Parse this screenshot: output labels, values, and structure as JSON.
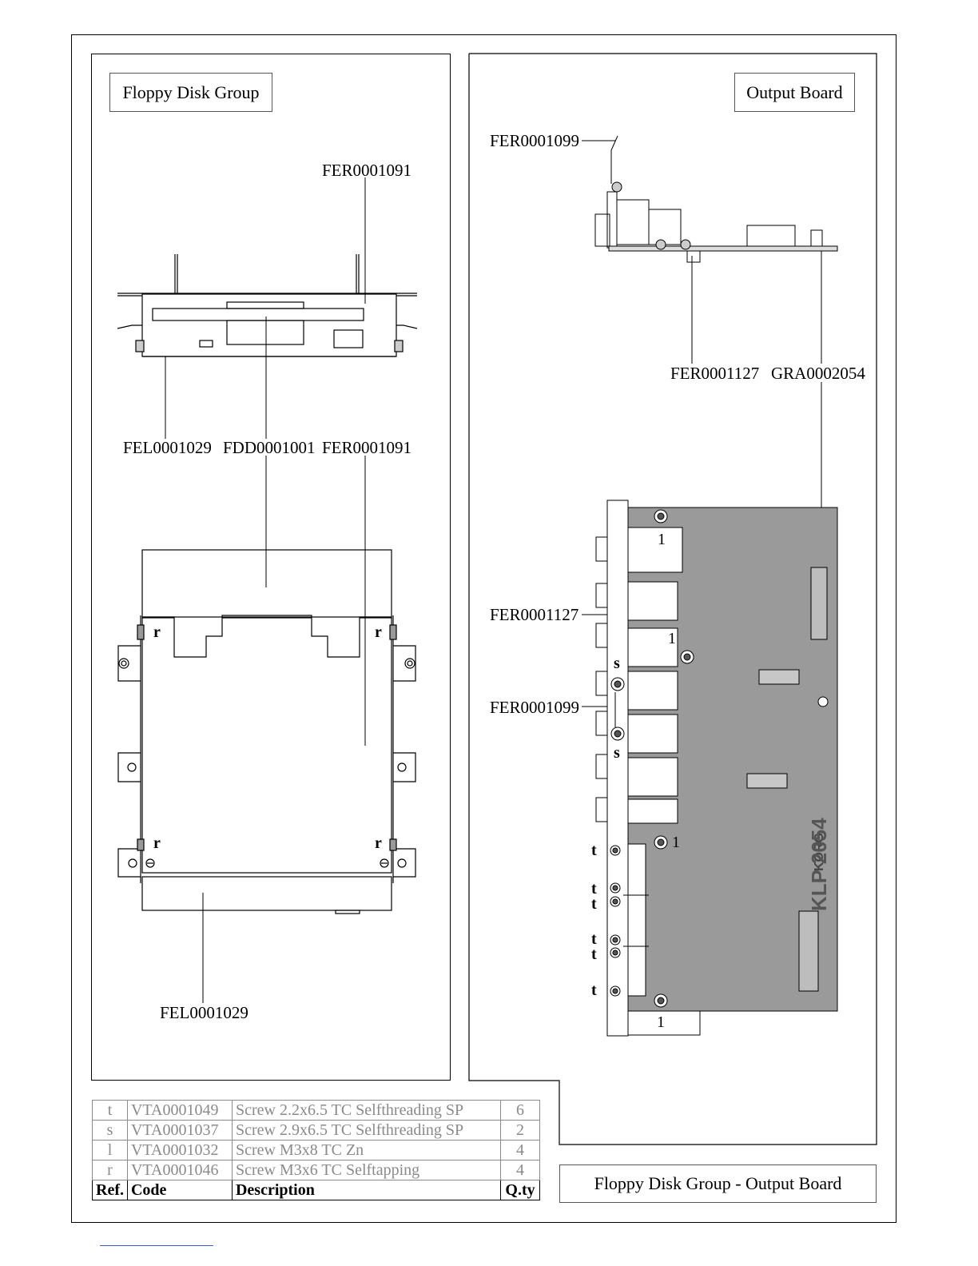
{
  "floppy_panel": {
    "title": "Floppy Disk Group",
    "labels": {
      "fer_top": "FER0001091",
      "fel_1": "FEL0001029",
      "fdd": "FDD0001001",
      "fer_mid": "FER0001091",
      "fel_bottom": "FEL0001029"
    },
    "refs": [
      "r",
      "r",
      "r",
      "r"
    ]
  },
  "output_panel": {
    "title": "Output Board",
    "labels": {
      "fer1099_top": "FER0001099",
      "fer1127_side": "FER0001127",
      "gra": "GRA0002054",
      "fer1127_front": "FER0001127",
      "fer1099_front": "FER0001099"
    },
    "refs": {
      "l": [
        "1",
        "1",
        "1",
        "1"
      ],
      "s": [
        "s",
        "s"
      ],
      "t": [
        "t",
        "t",
        "t",
        "t",
        "t",
        "t"
      ]
    },
    "board_marking": "KLP 2054",
    "brand_marking": "KORG"
  },
  "parts_table": {
    "rows": [
      {
        "ref": "t",
        "code": "VTA0001049",
        "description": "Screw 2.2x6.5 TC Selfthreading SP",
        "qty": "6"
      },
      {
        "ref": "s",
        "code": "VTA0001037",
        "description": "Screw 2.9x6.5 TC Selfthreading SP",
        "qty": "2"
      },
      {
        "ref": "l",
        "code": "VTA0001032",
        "description": "Screw M3x8 TC Zn",
        "qty": "4"
      },
      {
        "ref": "r",
        "code": "VTA0001046",
        "description": "Screw M3x6 TC Selftapping",
        "qty": "4"
      }
    ],
    "header": {
      "ref": "Ref.",
      "code": "Code",
      "description": "Description",
      "qty": "Q.ty"
    }
  },
  "page_title": "Floppy Disk Group - Output Board"
}
